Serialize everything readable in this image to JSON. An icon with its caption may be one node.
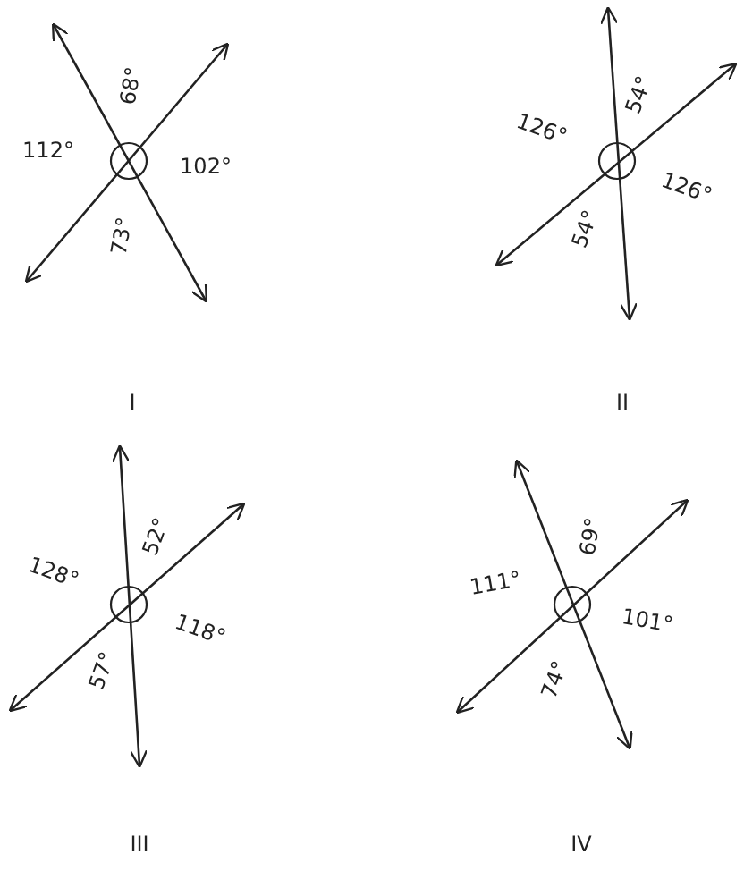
{
  "diagram": {
    "labels": [
      "68°",
      "112°",
      "102°",
      "73°",
      "I",
      "54°",
      "126°",
      "126°",
      "54°",
      "II",
      "52°",
      "128°",
      "118°",
      "57°",
      "III",
      "69°",
      "111°",
      "101°",
      "74°",
      "IV"
    ]
  }
}
